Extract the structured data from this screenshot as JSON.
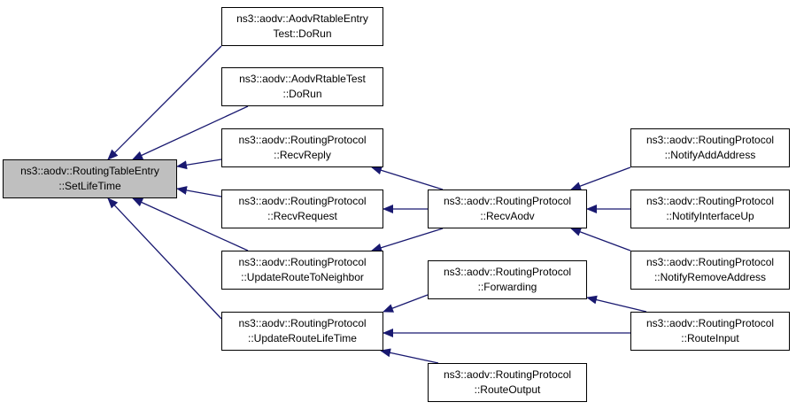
{
  "edge_color": "#191970",
  "root_fill": "#bfbfbf",
  "nodes": {
    "root": [
      "ns3::aodv::RoutingTableEntry",
      "::SetLifeTime"
    ],
    "rtable_entry_test": [
      "ns3::aodv::AodvRtableEntry",
      "Test::DoRun"
    ],
    "rtable_test": [
      "ns3::aodv::AodvRtableTest",
      "::DoRun"
    ],
    "recv_reply": [
      "ns3::aodv::RoutingProtocol",
      "::RecvReply"
    ],
    "recv_request": [
      "ns3::aodv::RoutingProtocol",
      "::RecvRequest"
    ],
    "update_route_to_neighbor": [
      "ns3::aodv::RoutingProtocol",
      "::UpdateRouteToNeighbor"
    ],
    "update_route_lifetime": [
      "ns3::aodv::RoutingProtocol",
      "::UpdateRouteLifeTime"
    ],
    "recv_aodv": [
      "ns3::aodv::RoutingProtocol",
      "::RecvAodv"
    ],
    "forwarding": [
      "ns3::aodv::RoutingProtocol",
      "::Forwarding"
    ],
    "route_output": [
      "ns3::aodv::RoutingProtocol",
      "::RouteOutput"
    ],
    "notify_add_address": [
      "ns3::aodv::RoutingProtocol",
      "::NotifyAddAddress"
    ],
    "notify_interface_up": [
      "ns3::aodv::RoutingProtocol",
      "::NotifyInterfaceUp"
    ],
    "notify_remove_address": [
      "ns3::aodv::RoutingProtocol",
      "::NotifyRemoveAddress"
    ],
    "route_input": [
      "ns3::aodv::RoutingProtocol",
      "::RouteInput"
    ]
  },
  "edges": [
    {
      "from": "rtable_entry_test",
      "to": "root"
    },
    {
      "from": "rtable_test",
      "to": "root"
    },
    {
      "from": "recv_reply",
      "to": "root"
    },
    {
      "from": "recv_request",
      "to": "root"
    },
    {
      "from": "update_route_to_neighbor",
      "to": "root"
    },
    {
      "from": "update_route_lifetime",
      "to": "root"
    },
    {
      "from": "recv_aodv",
      "to": "recv_reply"
    },
    {
      "from": "recv_aodv",
      "to": "recv_request"
    },
    {
      "from": "recv_aodv",
      "to": "update_route_to_neighbor"
    },
    {
      "from": "notify_add_address",
      "to": "recv_aodv"
    },
    {
      "from": "notify_interface_up",
      "to": "recv_aodv"
    },
    {
      "from": "notify_remove_address",
      "to": "recv_aodv"
    },
    {
      "from": "forwarding",
      "to": "update_route_lifetime"
    },
    {
      "from": "route_input",
      "to": "update_route_lifetime"
    },
    {
      "from": "route_output",
      "to": "update_route_lifetime"
    },
    {
      "from": "route_input",
      "to": "forwarding"
    }
  ]
}
